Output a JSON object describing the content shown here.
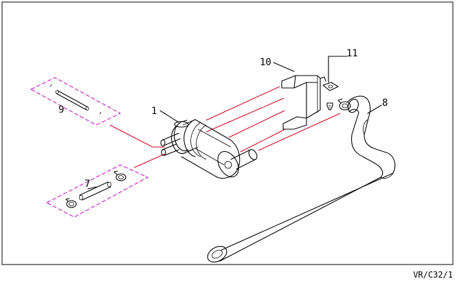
{
  "diagram": {
    "callouts": [
      {
        "id": "callout-1",
        "text": "1"
      },
      {
        "id": "callout-7",
        "text": "7"
      },
      {
        "id": "callout-8",
        "text": "8"
      },
      {
        "id": "callout-9",
        "text": "9"
      },
      {
        "id": "callout-10",
        "text": "10"
      },
      {
        "id": "callout-11",
        "text": "11"
      }
    ],
    "doc_code": "VR/C32/1",
    "colors": {
      "line": "#000000",
      "leader": "#d2001e",
      "group_box": "#c800c8"
    }
  }
}
